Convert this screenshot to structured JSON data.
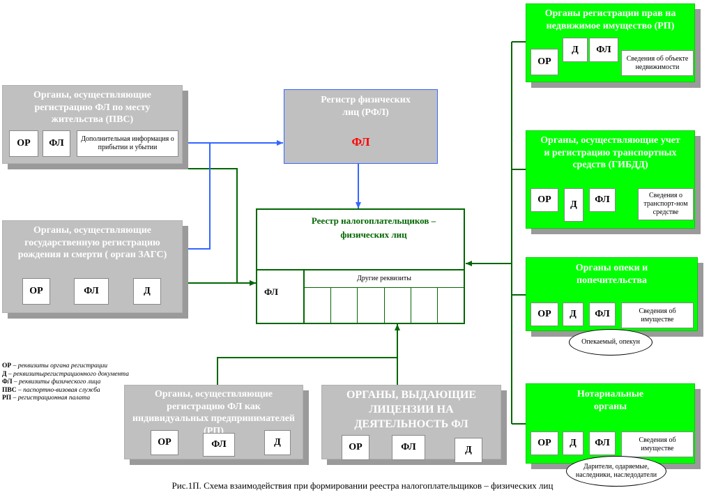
{
  "rp": {
    "title": "Органы регистрации прав на недвижимое имущество (РП)",
    "c1": "ОР",
    "c2": "Д",
    "c3": "ФЛ",
    "c4": "Сведения об объекте недвижимости"
  },
  "gibdd": {
    "title": "Органы, осуществляющие учет и регистрацию транспортных средств (ГИБДД)",
    "c1": "ОР",
    "c2": "Д",
    "c3": "ФЛ",
    "c4": "Сведения о транспорт-ном средстве"
  },
  "opeka": {
    "title": "Органы опеки и попечительства",
    "c1": "ОР",
    "c2": "Д",
    "c3": "ФЛ",
    "c4": "Сведения об имуществе",
    "ellipse": "Опекаемый, опекун"
  },
  "notary": {
    "title": "Нотариальные органы",
    "c1": "ОР",
    "c2": "Д",
    "c3": "ФЛ",
    "c4": "Сведения об имуществе",
    "ellipse": "Дарители, одаряемые, наследники, наследодатели"
  },
  "pvs": {
    "title": "Органы, осуществляющие регистрацию ФЛ по месту жительства (ПВС)",
    "c1": "ОР",
    "c2": "ФЛ",
    "c3": "Дополнительная информация о прибытии и убытии"
  },
  "zags": {
    "title": "Органы, осуществляющие государственную регистрацию рождения и смерти ( орган ЗАГС)",
    "c1": "ОР",
    "c2": "ФЛ",
    "c3": "Д"
  },
  "rfl": {
    "title": "Регистр физических лиц (РФЛ)",
    "fl": "ФЛ"
  },
  "registry": {
    "title": "Реестр налогоплательщиков – физических лиц",
    "fl": "ФЛ",
    "other": "Другие реквизиты"
  },
  "ip": {
    "title": "Органы, осуществляющие регистрацию ФЛ как индивидуальных предпринимателей (РП)",
    "c1": "ОР",
    "c2": "ФЛ",
    "c3": "Д"
  },
  "lic": {
    "title": "ОРГАНЫ, ВЫДАЮЩИЕ ЛИЦЕНЗИИ НА ДЕЯТЕЛЬНОСТЬ ФЛ",
    "c1": "ОР",
    "c2": "ФЛ",
    "c3": "Д"
  },
  "legend": [
    {
      "abbr": "ОР",
      "text": "реквизиты органа регистрации"
    },
    {
      "abbr": "Д",
      "text": "реквизитырегистрационного документа"
    },
    {
      "abbr": "ФЛ",
      "text": "реквизиты физического лица"
    },
    {
      "abbr": "ПВС",
      "text": "паспортно-визовая служба"
    },
    {
      "abbr": "РП",
      "text": "регистрационная палата"
    }
  ],
  "caption": "Рис.1П. Схема взаимодействия при формировании реестра налогоплательщиков – физических лиц",
  "colors": {
    "green": "#00ff00",
    "gray": "#c0c0c0",
    "line_green": "#006600",
    "line_blue": "#3366ff",
    "red": "#ff0000"
  }
}
